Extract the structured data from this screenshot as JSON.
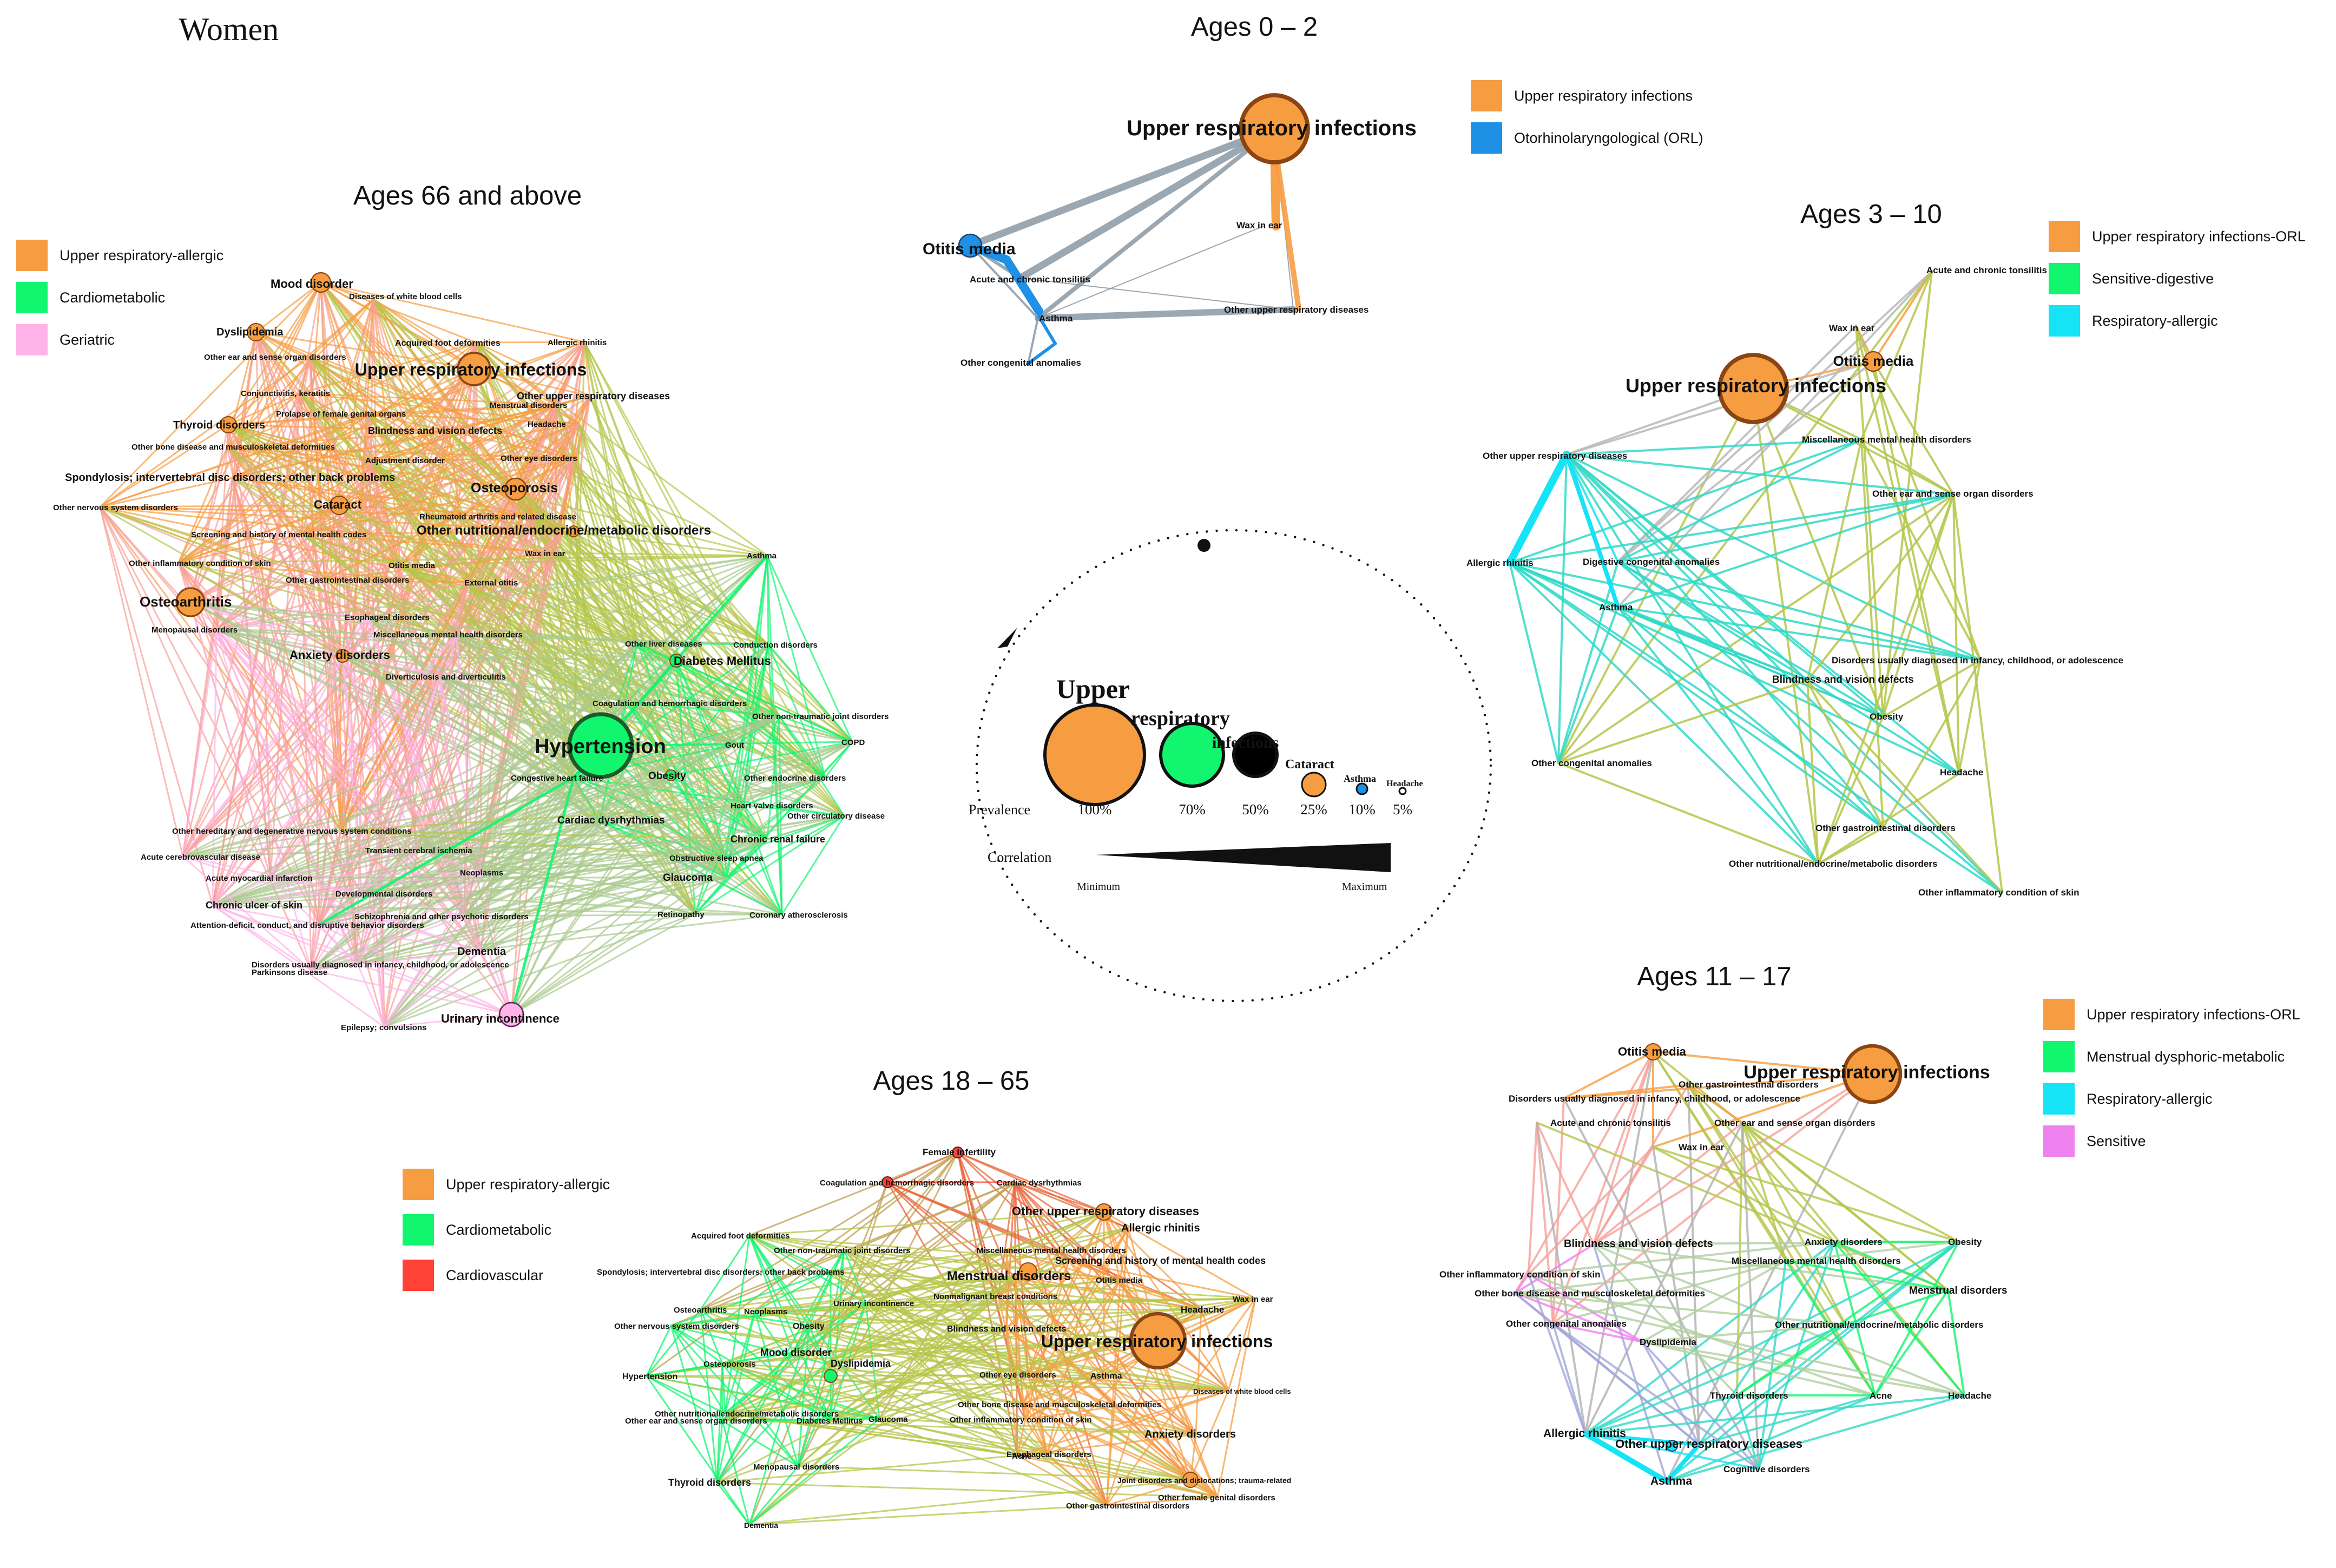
{
  "title": "Women",
  "panels": [
    {
      "id": "p0",
      "title": "Ages 0 – 2",
      "legend": [
        {
          "label": "Upper respiratory infections",
          "color": "#F79D41"
        },
        {
          "label": "Otorhinolaryngological (ORL)",
          "color": "#1E90E5"
        }
      ],
      "nodes": [
        "Upper respiratory infections",
        "Otitis media",
        "Acute and chronic tonsilitis",
        "Asthma",
        "Wax in ear",
        "Other upper respiratory diseases",
        "Other congenital anomalies"
      ]
    },
    {
      "id": "p1",
      "title": "Ages 3 – 10",
      "legend": [
        {
          "label": "Upper respiratory infections-ORL",
          "color": "#F79D41"
        },
        {
          "label": "Sensitive-digestive",
          "color": "#12F56E"
        },
        {
          "label": "Respiratory-allergic",
          "color": "#16E3F5"
        }
      ],
      "nodes": [
        "Upper respiratory infections",
        "Otitis media",
        "Acute and chronic tonsilitis",
        "Wax in ear",
        "Other upper respiratory diseases",
        "Miscellaneous mental health disorders",
        "Other ear and sense organ disorders",
        "Allergic rhinitis",
        "Digestive congenital anomalies",
        "Asthma",
        "Disorders usually diagnosed in infancy, childhood, or adolescence",
        "Blindness and vision defects",
        "Obesity",
        "Other congenital anomalies",
        "Headache",
        "Other gastrointestinal disorders",
        "Other nutritional/endocrine/metabolic disorders",
        "Other inflammatory condition of skin"
      ]
    },
    {
      "id": "p2",
      "title": "Ages 66 and above",
      "legend": [
        {
          "label": "Upper respiratory-allergic",
          "color": "#F79D41"
        },
        {
          "label": "Cardiometabolic",
          "color": "#12F56E"
        },
        {
          "label": "Geriatric",
          "color": "#FFB3E8"
        }
      ],
      "nodes": [
        "Mood disorder",
        "Diseases of white blood cells",
        "Dyslipidemia",
        "Acquired foot deformities",
        "Allergic rhinitis",
        "Other ear and sense organ disorders",
        "Upper respiratory infections",
        "Conjunctivitis, keratitis",
        "Menstrual disorders",
        "Other upper respiratory diseases",
        "Prolapse of female genital organs",
        "Thyroid disorders",
        "Headache",
        "Blindness and vision defects",
        "Other bone disease and musculoskeletal deformities",
        "Adjustment disorder",
        "Other eye disorders",
        "Spondylosis; intervertebral disc disorders; other back problems",
        "Osteoporosis",
        "Other nervous system disorders",
        "Cataract",
        "Rheumatoid arthritis and related disease",
        "Screening and history of mental health codes",
        "Other nutritional/endocrine/metabolic disorders",
        "Wax in ear",
        "Asthma",
        "Other inflammatory condition of skin",
        "Otitis media",
        "Other gastrointestinal disorders",
        "External otitis",
        "Osteoarthritis",
        "Esophageal disorders",
        "Menopausal disorders",
        "Miscellaneous mental health disorders",
        "Other liver diseases",
        "Conduction disorders",
        "Anxiety disorders",
        "Diabetes Mellitus",
        "Diverticulosis and diverticulitis",
        "Coagulation and hemorrhagic disorders",
        "Other non-traumatic joint disorders",
        "Hypertension",
        "Gout",
        "COPD",
        "Congestive heart failure",
        "Obesity",
        "Other endocrine disorders",
        "Heart valve disorders",
        "Other circulatory disease",
        "Cardiac dysrhythmias",
        "Other hereditary and degenerative nervous system conditions",
        "Chronic renal failure",
        "Acute cerebrovascular disease",
        "Transient cerebral ischemia",
        "Obstructive sleep apnea",
        "Neoplasms",
        "Acute myocardial infarction",
        "Glaucoma",
        "Developmental disorders",
        "Chronic ulcer of skin",
        "Retinopathy",
        "Coronary atherosclerosis",
        "Schizophrenia and other psychotic disorders",
        "Attention-deficit, conduct, and disruptive behavior disorders",
        "Dementia",
        "Disorders usually diagnosed in infancy, childhood, or adolescence",
        "Parkinsons disease",
        "Urinary incontinence",
        "Epilepsy; convulsions"
      ]
    },
    {
      "id": "p3",
      "title": "Ages 11 – 17",
      "legend": [
        {
          "label": "Upper respiratory infections-ORL",
          "color": "#F79D41"
        },
        {
          "label": "Menstrual dysphoric-metabolic",
          "color": "#12F56E"
        },
        {
          "label": "Respiratory-allergic",
          "color": "#16E3F5"
        },
        {
          "label": "Sensitive",
          "color": "#EE82EE"
        }
      ],
      "nodes": [
        "Otitis media",
        "Other gastrointestinal disorders",
        "Upper respiratory infections",
        "Disorders usually diagnosed in infancy, childhood, or adolescence",
        "Acute and chronic tonsilitis",
        "Other ear and sense organ disorders",
        "Wax in ear",
        "Blindness and vision defects",
        "Anxiety disorders",
        "Obesity",
        "Miscellaneous mental health disorders",
        "Other inflammatory condition of skin",
        "Menstrual disorders",
        "Other bone disease and musculoskeletal deformities",
        "Other congenital anomalies",
        "Other nutritional/endocrine/metabolic disorders",
        "Dyslipidemia",
        "Thyroid disorders",
        "Acne",
        "Headache",
        "Allergic rhinitis",
        "Other upper respiratory diseases",
        "Asthma",
        "Cognitive disorders"
      ]
    },
    {
      "id": "p4",
      "title": "Ages 18 – 65",
      "legend": [
        {
          "label": "Upper respiratory-allergic",
          "color": "#F79D41"
        },
        {
          "label": "Cardiometabolic",
          "color": "#12F56E"
        },
        {
          "label": "Cardiovascular",
          "color": "#FF4136"
        }
      ],
      "nodes": [
        "Female infertility",
        "Coagulation and hemorrhagic disorders",
        "Cardiac dysrhythmias",
        "Other upper respiratory diseases",
        "Acquired foot deformities",
        "Allergic rhinitis",
        "Other non-traumatic joint disorders",
        "Miscellaneous mental health disorders",
        "Screening and history of mental health codes",
        "Spondylosis; intervertebral disc disorders; other back problems",
        "Menstrual disorders",
        "Otitis media",
        "Urinary incontinence",
        "Nonmalignant breast conditions",
        "Wax in ear",
        "Osteoarthritis",
        "Neoplasms",
        "Headache",
        "Other nervous system disorders",
        "Obesity",
        "Blindness and vision defects",
        "Mood disorder",
        "Upper respiratory infections",
        "Osteoporosis",
        "Dyslipidemia",
        "Other eye disorders",
        "Hypertension",
        "Asthma",
        "Diseases of white blood cells",
        "Other bone disease and musculoskeletal deformities",
        "Other nutritional/endocrine/metabolic disorders",
        "Other ear and sense organ disorders",
        "Diabetes Mellitus",
        "Glaucoma",
        "Other inflammatory condition of skin",
        "Anxiety disorders",
        "Esophageal disorders",
        "Acne",
        "Menopausal disorders",
        "Thyroid disorders",
        "Joint disorders and dislocations; trauma-related",
        "Other female genital disorders",
        "Other gastrointestinal disorders",
        "Dementia"
      ]
    }
  ],
  "key": {
    "bubbles": [
      {
        "label": "Upper respiratory infections",
        "prevalence": "100%",
        "color": "#F79D41"
      },
      {
        "label": "",
        "prevalence": "70%",
        "color": "#12F56E"
      },
      {
        "label": "",
        "prevalence": "50%",
        "color": "#000000"
      },
      {
        "label": "Cataract",
        "prevalence": "25%",
        "color": "#F79D41"
      },
      {
        "label": "Asthma",
        "prevalence": "10%",
        "color": "#1E90E5"
      },
      {
        "label": "Headache",
        "prevalence": "5%",
        "color": "#ffffff"
      }
    ],
    "prevalence_label": "Prevalence",
    "correlation_label": "Correlation",
    "min_label": "Minimum",
    "max_label": "Maximum"
  },
  "colors": {
    "orange": "#F79D41",
    "green": "#12F56E",
    "cyan": "#16E3F5",
    "blue": "#1E90E5",
    "pink": "#FFB3E8",
    "red": "#FF4136",
    "violet": "#EE82EE",
    "olive": "#B5C64A",
    "salmon": "#F8A098",
    "gray": "#8A98A3",
    "node_border": "#8B4513"
  }
}
